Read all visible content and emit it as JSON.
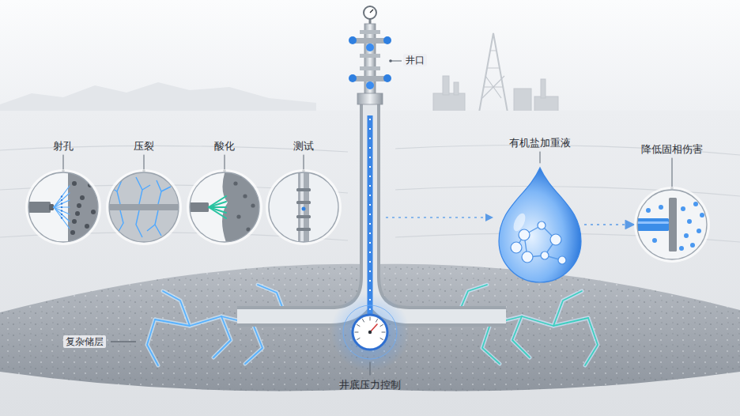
{
  "diagram": {
    "nodes": [
      {
        "text": [
          "射孔"
        ]
      },
      {
        "text": [
          "压裂"
        ]
      },
      {
        "text": [
          "酸化"
        ]
      },
      {
        "text": [
          "测试"
        ]
      },
      {
        "text": [
          "有机盐加重液"
        ]
      },
      {
        "text": [
          "降低固相伤害"
        ]
      },
      {
        "text": [
          "井底压力控制"
        ]
      }
    ],
    "edges": [
      {
        "from": 4,
        "to": 5,
        "arrow": "to"
      }
    ],
    "labels": [
      "井口",
      "复杂储层"
    ]
  }
}
